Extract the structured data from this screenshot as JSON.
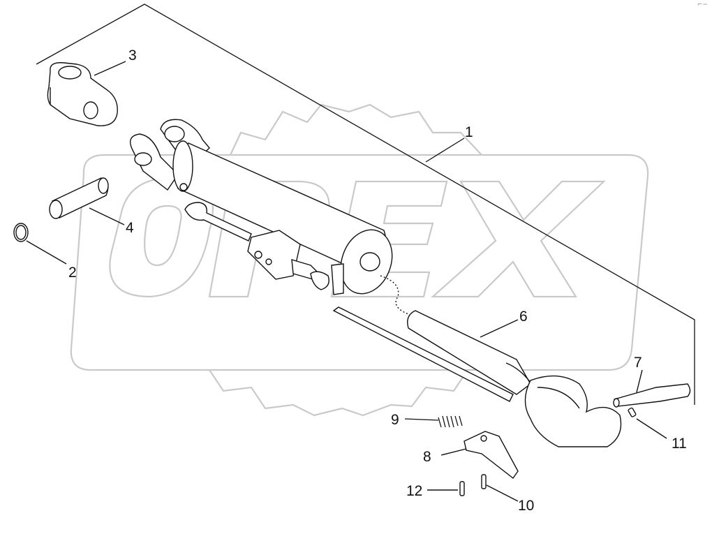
{
  "diagram": {
    "watermark_text": "OPEX",
    "corner_mark": "⌐~"
  },
  "callouts": [
    {
      "id": "1",
      "label": "1"
    },
    {
      "id": "2",
      "label": "2"
    },
    {
      "id": "3",
      "label": "3"
    },
    {
      "id": "4",
      "label": "4"
    },
    {
      "id": "6",
      "label": "6"
    },
    {
      "id": "7",
      "label": "7"
    },
    {
      "id": "8",
      "label": "8"
    },
    {
      "id": "9",
      "label": "9"
    },
    {
      "id": "10",
      "label": "10"
    },
    {
      "id": "11",
      "label": "11"
    },
    {
      "id": "12",
      "label": "12"
    }
  ],
  "colors": {
    "line": "#111111",
    "part_fill": "#ffffff",
    "watermark": "#c8c8c8"
  }
}
